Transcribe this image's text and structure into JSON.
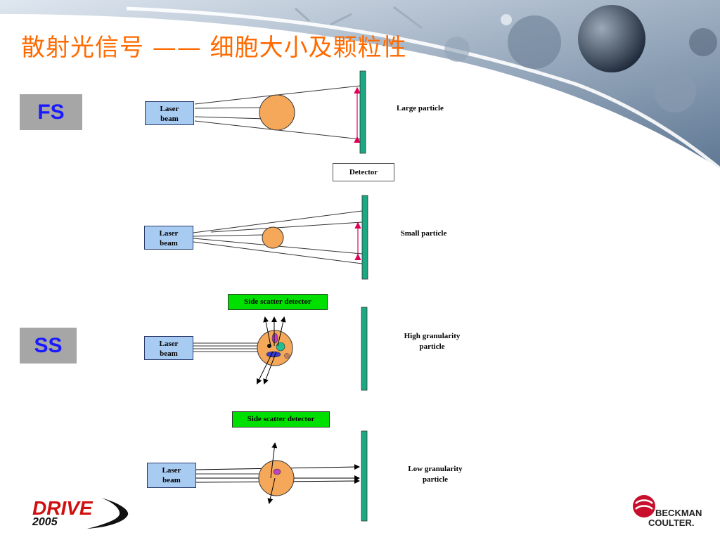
{
  "title": "散射光信号 —— 细胞大小及颗粒性",
  "labels": {
    "fs": "FS",
    "ss": "SS",
    "laser_beam": "Laser\nbeam",
    "detector": "Detector",
    "large_particle": "Large particle",
    "small_particle": "Small particle",
    "side_scatter_detector": "Side scatter detector",
    "high_granularity": "High granularity\nparticle",
    "low_granularity": "Low granularity\nparticle"
  },
  "logos": {
    "drive": "DRIVE",
    "drive_year": "2005",
    "beckman": "BECKMAN",
    "coulter": "COULTER."
  },
  "colors": {
    "title": "#ff6a00",
    "particle": "#f5a85a",
    "detector_bar": "#1aa982",
    "laser_box": "#a8cbf2",
    "side_detector": "#00e000",
    "arrow": "#e0005a"
  }
}
